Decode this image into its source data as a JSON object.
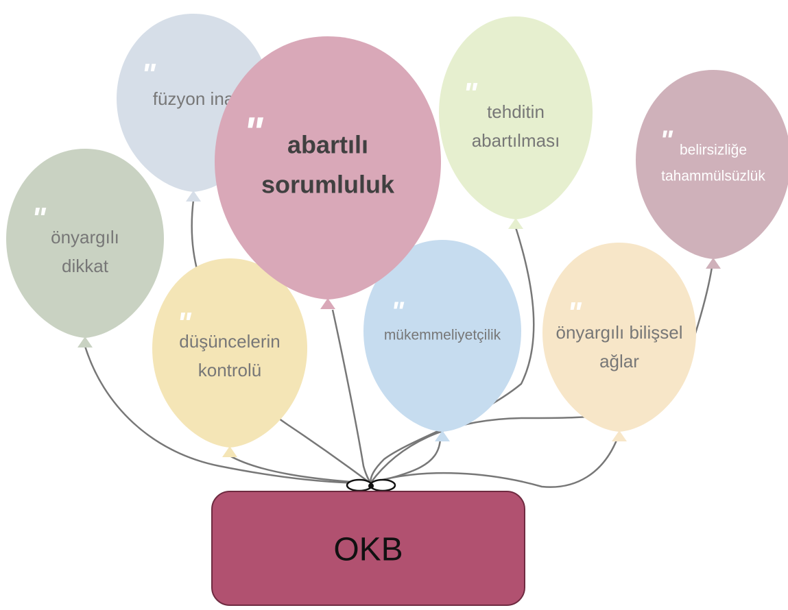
{
  "box": {
    "label": "OKB",
    "fill": "#b15170",
    "stroke": "#6e2a40"
  },
  "balloons": [
    {
      "id": "fuzyon",
      "lines": [
        "füzyon ina"
      ],
      "fill": "#d6dee8",
      "text_color": "#777777"
    },
    {
      "id": "onyargili-dikkat",
      "lines": [
        "önyargılı",
        "dikkat"
      ],
      "fill": "#c9d2c2",
      "text_color": "#777777"
    },
    {
      "id": "dusuncelerin-kontrolu",
      "lines": [
        "düşüncelerin",
        "kontrolü"
      ],
      "fill": "#f4e5b6",
      "text_color": "#777777"
    },
    {
      "id": "tehditin-abartilmasi",
      "lines": [
        "tehditin",
        "abartılması"
      ],
      "fill": "#e6efcf",
      "text_color": "#777777"
    },
    {
      "id": "belirsizlige-tahammulsuzluk",
      "lines": [
        "belirsizliğe",
        "tahammülsüzlük"
      ],
      "fill": "#cfb1ba",
      "text_color": "#ffffff"
    },
    {
      "id": "mukemmeliyetcilik",
      "lines": [
        "mükemmeliyetçilik"
      ],
      "fill": "#c6dcef",
      "text_color": "#777777"
    },
    {
      "id": "onyargili-bilissel-aglar",
      "lines": [
        "önyargılı bilişsel",
        "ağlar"
      ],
      "fill": "#f7e6c8",
      "text_color": "#777777"
    },
    {
      "id": "abartili-sorumluluk",
      "lines": [
        "abartılı",
        "sorumluluk"
      ],
      "fill": "#d9a8b8",
      "text_color": "#404040"
    }
  ],
  "quote_glyph": "\"",
  "string_color": "#777777"
}
